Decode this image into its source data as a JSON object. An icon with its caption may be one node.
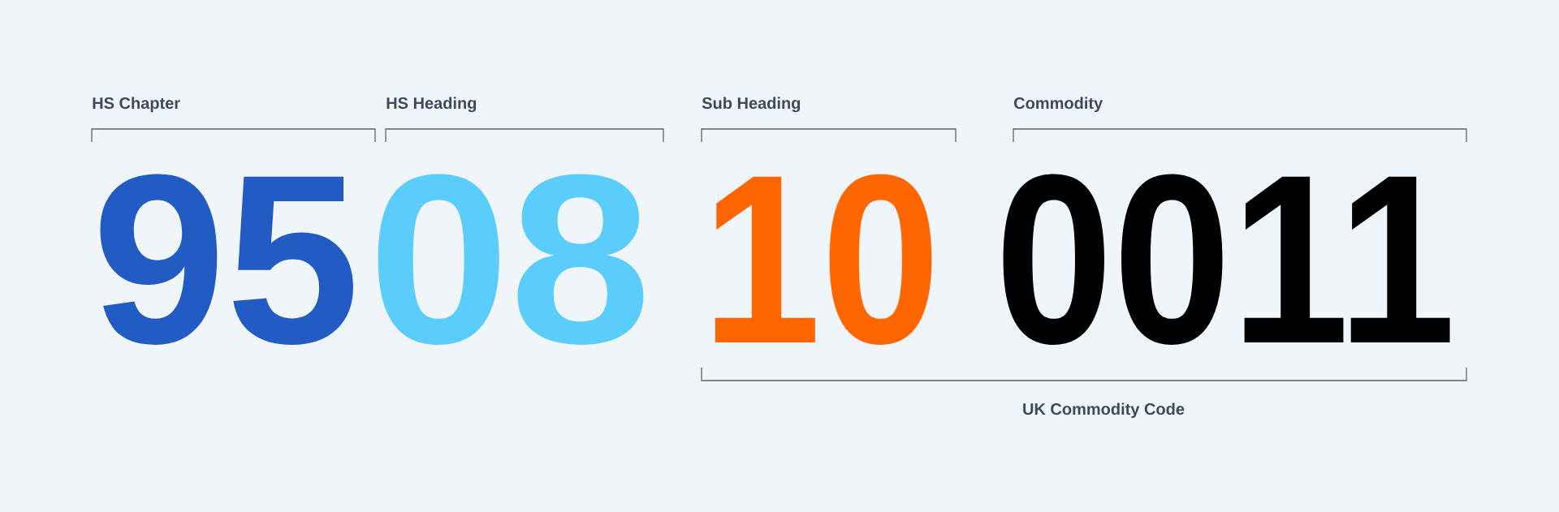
{
  "diagram": {
    "labels": [
      "HS Chapter",
      "HS  Heading",
      "Sub Heading",
      "Commodity",
      "95",
      "08",
      "10",
      "0011",
      "UK Commodity Code"
    ]
  }
}
